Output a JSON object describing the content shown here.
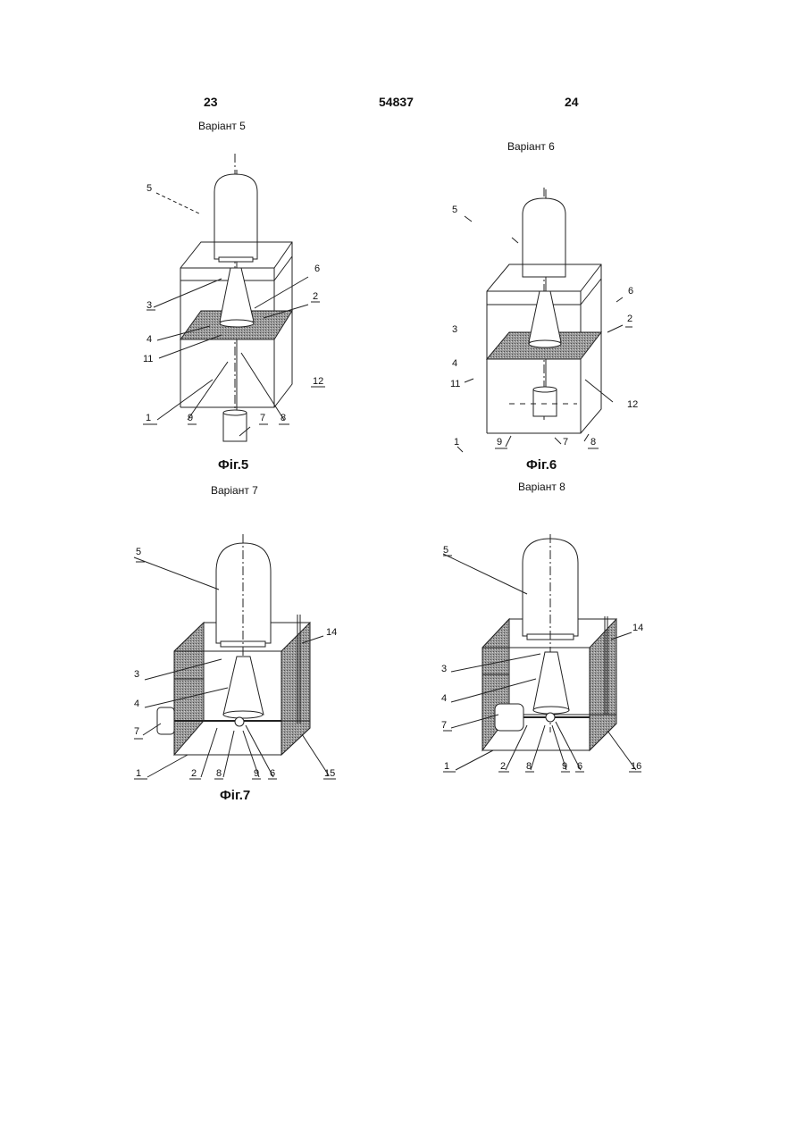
{
  "header": {
    "page_left": "23",
    "patent_number": "54837",
    "page_right": "24"
  },
  "figures": [
    {
      "variant": "Варіант 5",
      "caption": "Фіг.5",
      "labels": [
        "5",
        "3",
        "4",
        "11",
        "1",
        "9",
        "7",
        "8",
        "12",
        "2",
        "6"
      ]
    },
    {
      "variant": "Варіант 6",
      "caption": "Фіг.6",
      "labels": [
        "5",
        "6",
        "3",
        "2",
        "4",
        "11",
        "12",
        "1",
        "9",
        "7",
        "8"
      ]
    },
    {
      "variant": "Варіант 7",
      "caption": "Фіг.7",
      "labels": [
        "5",
        "14",
        "3",
        "4",
        "7",
        "1",
        "2",
        "8",
        "9",
        "6",
        "15"
      ]
    },
    {
      "variant": "Варіант 8",
      "caption": "",
      "labels": [
        "5",
        "14",
        "3",
        "4",
        "7",
        "1",
        "2",
        "8",
        "9",
        "6",
        "16"
      ]
    }
  ]
}
